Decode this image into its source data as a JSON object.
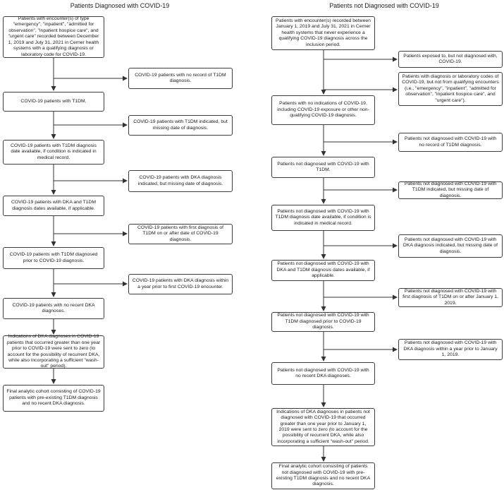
{
  "colors": {
    "background": "#ffffff",
    "box_border": "#3d3d3d",
    "arrow_line": "#333333",
    "text": "#1a1a1a"
  },
  "left": {
    "title": "Patients Diagnosed with COVID-19",
    "main": [
      {
        "text": "Patients with encounter(s) of type \"emergency\", \"inpatient\", \"admitted for observation\", \"inpatient hospice care\", and \"urgent care\" recorded between December 1, 2019 and July 31, 2021 in Cerner health systems with a qualifying diagnosis or laboratory code for COVID-19."
      },
      {
        "text": "COVID-19 patients with T1DM."
      },
      {
        "text": "COVID-19 patients with T1DM diagnosis date available, if condition is indicated in medical record."
      },
      {
        "text": "COVID-19 patients with DKA and T1DM diagnosis dates available, if applicable."
      },
      {
        "text": "COVID-19 patients with T1DM diagnosed prior to COVID-19 diagnosis."
      },
      {
        "text": "COVID-19 patients with no recent DKA diagnoses."
      },
      {
        "text": "Indications of DKA diagnoses in COVID-19 patients that occurred greater than one year prior to COVID-19 were sent to zero (to account for the possibility of recurrent DKA, while also incorporating a sufficient \"wash-out\" period)."
      },
      {
        "text": "Final analytic cohort consisting of COVID-19 patients with pre-existing T1DM diagnosis and no recent DKA diagnosis."
      }
    ],
    "side": [
      {
        "text": "COVID-19 patients with no record of T1DM diagnosis."
      },
      {
        "text": "COVID-19 patients with T1DM indicated, but missing date of diagnosis."
      },
      {
        "text": "COVID-19 patients with DKA diagnosis indicated, but missing date of diagnosis."
      },
      {
        "text": "COVID-19 patients with first diagnosis of T1DM on or after date of COVID-19 diagnosis."
      },
      {
        "text": "COVID-19 patients with DKA diagnosis within a year prior to first COVID-19 encounter."
      }
    ]
  },
  "right": {
    "title": "Patients not Diagnosed with COVID-19",
    "main": [
      {
        "text": "Patients with encounter(s) recorded between January 1, 2019 and July 31, 2021 in Cerner health systems that never experience a qualifying COVID-19 diagnosis across the inclusion period."
      },
      {
        "text": "Patients with no indications of COVID-19, including COVID-19 exposure or other non-qualifying COVID-19 diagnosis."
      },
      {
        "text": "Patients not diagnosed with COVID-19 with T1DM."
      },
      {
        "text": "Patients not diagnosed with COVID-19 with T1DM diagnosis date available, if condition is indicated in medical record."
      },
      {
        "text": "Patients not diagnosed with COVID-19 with DKA and T1DM diagnosis dates available, if applicable."
      },
      {
        "text": "Patients not diagnosed with COVID-19 with T1DM diagnosed prior to COVID-19 diagnosis."
      },
      {
        "text": "Patients not diagnosed with COVID-19 with no recent DKA diagnoses."
      },
      {
        "text": "Indications of DKA diagnoses in patients not diagnosed with COVID-19 that occurred greater than one year prior to January 1, 2019 were sent to zero (to account for the possibility of recurrent DKA, while also incorporating a sufficient \"wash-out\" period."
      },
      {
        "text": "Final analytic cohort consisting of patients not diagnosed with COVID-19 with pre-existing T1DM diagnosis and no recent DKA diagnosis."
      }
    ],
    "side": [
      {
        "text": "Patients exposed to, but not diagnosed with, COVID-19."
      },
      {
        "text": "Patients with diagnosis or laboratory codes of COVID-19, but not from qualifying encounters (i.e., \"emergency\", \"inpatient\", \"admitted for observation\", \"inpatient hospice care\", and \"urgent care\")."
      },
      {
        "text": "Patients not diagnosed with COVID-19 with no record of T1DM diagnosis."
      },
      {
        "text": "Patients not diagnosed with COVID-19 with T1DM indicated, but missing date of diagnosis."
      },
      {
        "text": "Patients not diagnosed with COVID-19 with DKA diagnosis indicated, but missing date of diagnosis."
      },
      {
        "text": "Patients not diagnosed with COVID-19 with first diagnosis of T1DM on or after January 1, 2019."
      },
      {
        "text": "Patients not diagnosed with COVID-19 with DKA diagnosis within a year prior to January 1, 2019."
      }
    ]
  }
}
